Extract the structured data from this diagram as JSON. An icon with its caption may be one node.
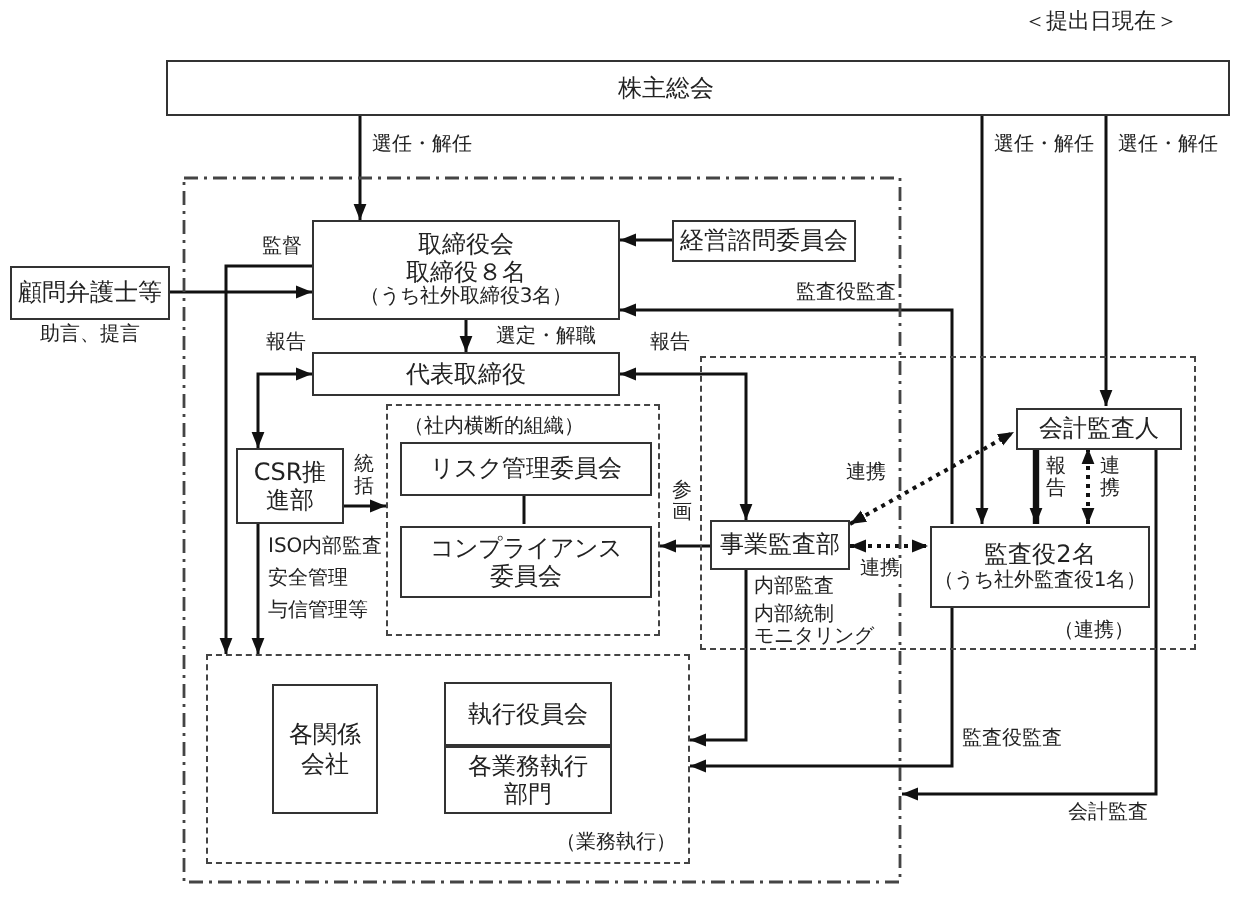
{
  "diagram": {
    "nodes": [
      {
        "text": [
          "株主総会"
        ]
      },
      {
        "text": [],
        "shape": "box"
      },
      {
        "text": [
          "取締役会",
          "取締役８名",
          "（うち社外取締役3名）"
        ],
        "in": 1
      },
      {
        "text": [
          "経営諮問委員会"
        ],
        "in": 1
      },
      {
        "text": [
          "顧問弁護士等"
        ],
        "beside": [
          "助言、提言"
        ]
      },
      {
        "text": [
          "代表取締役"
        ],
        "in": 1
      },
      {
        "text": [
          "CSR推進部"
        ],
        "in": 1
      },
      {
        "text": [
          "（社内横断的組織）"
        ],
        "in": 1
      },
      {
        "text": [
          "リスク管理委員会"
        ],
        "in": 7
      },
      {
        "text": [
          "コンプライアンス委員会"
        ],
        "in": 7
      },
      {
        "text": [
          "（連携）"
        ]
      },
      {
        "text": [
          "会計監査人"
        ],
        "in": 10
      },
      {
        "text": [
          "事業監査部"
        ],
        "beside": [
          "内部監査",
          "内部統制",
          "モニタリング"
        ]
      },
      {
        "text": [
          "監査役2名",
          "（うち社外監査役1名）"
        ],
        "in": 10
      },
      {
        "text": [
          "（業務執行）"
        ],
        "in": 1
      },
      {
        "text": [
          "各関係会社"
        ],
        "in": 14
      },
      {
        "text": [
          "執行役員会"
        ],
        "in": 14
      },
      {
        "text": [
          "各業務執行部門"
        ],
        "in": 14
      }
    ],
    "edges": [
      {
        "from": 0,
        "to": 2,
        "arrow": "to",
        "label": "選任・解任"
      },
      {
        "from": 0,
        "to": 13,
        "arrow": "to",
        "label": "選任・解任"
      },
      {
        "from": 0,
        "to": 11,
        "arrow": "to",
        "label": "選任・解任"
      },
      {
        "from": 3,
        "to": 2,
        "arrow": "to"
      },
      {
        "from": 4,
        "to": 2,
        "arrow": "to"
      },
      {
        "from": 2,
        "to": 5,
        "arrow": "to",
        "label": "選定・解職"
      },
      {
        "from": 2,
        "to": 14,
        "arrow": "to",
        "label": "監督"
      },
      {
        "from": 6,
        "to": 5,
        "arrow": "both",
        "label": "報告"
      },
      {
        "from": 6,
        "to": 7,
        "arrow": "to",
        "label": "統括"
      },
      {
        "from": 6,
        "to": 14,
        "arrow": "to"
      },
      {
        "from": 8,
        "to": 9,
        "arrow": "none"
      },
      {
        "from": 12,
        "to": 7,
        "arrow": "to",
        "label": "参画"
      },
      {
        "from": 12,
        "to": 5,
        "arrow": "both",
        "label": "報告"
      },
      {
        "from": 12,
        "to": 14,
        "arrow": "to"
      },
      {
        "from": 13,
        "to": 2,
        "arrow": "to",
        "label": "監査役監査"
      },
      {
        "from": 13,
        "to": 14,
        "arrow": "to",
        "label": "監査役監査"
      },
      {
        "from": 11,
        "to": 13,
        "arrow": "to",
        "label": "報告",
        "style": "thick"
      },
      {
        "from": 11,
        "to": 13,
        "arrow": "both",
        "label": "連携",
        "style": "dashed"
      },
      {
        "from": 12,
        "to": 11,
        "arrow": "both",
        "label": "連携",
        "style": "dashed"
      },
      {
        "from": 12,
        "to": 13,
        "arrow": "both",
        "label": "連携",
        "style": "dashed"
      },
      {
        "from": 11,
        "to": 1,
        "arrow": "to",
        "label": "会計監査"
      }
    ],
    "labels": [
      "＜提出日現在＞",
      "ISO内部監査",
      "安全管理",
      "与信管理等"
    ]
  }
}
